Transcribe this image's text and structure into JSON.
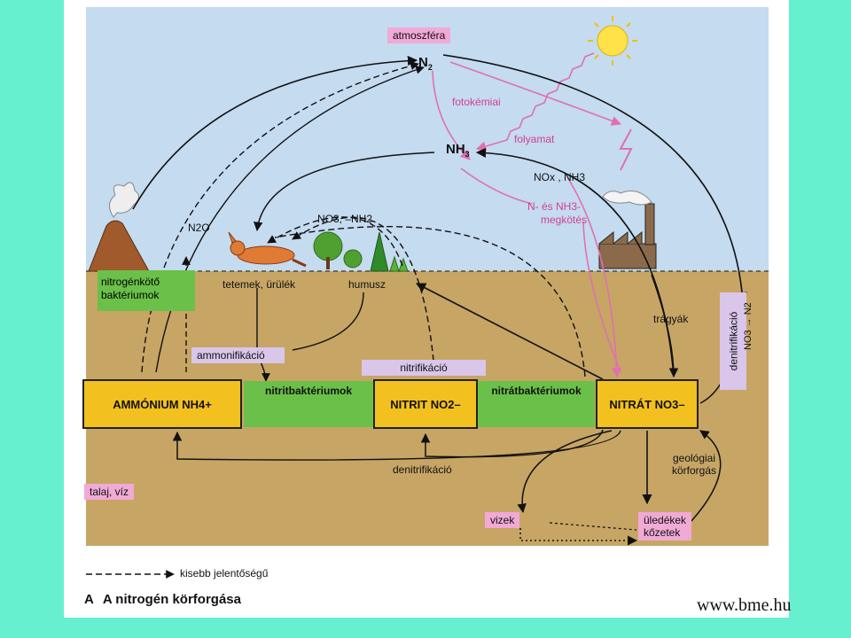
{
  "labels": {
    "atmosphere": "atmoszféra",
    "n2_main": "N",
    "n2_sub": "2",
    "nh3_main": "NH",
    "nh3_sub": "3",
    "fotokemiai": "fotokémiai",
    "folyamat": "folyamat",
    "nox_nh3": "NOx , NH3",
    "n_es": "N- és",
    "nh3_pink": "NH3-",
    "megkotes": "megkötés",
    "n2o": "N2O",
    "no3_nh2": "NO3, –NH2",
    "nitrogenkoto": "nitrogénkötő",
    "bakteriumok": "baktériumok",
    "tetemek": "tetemek, ürülék",
    "humusz": "humusz",
    "tragyak": "trágyák",
    "denitrifikacio_vertical": "denitrifikáció",
    "no3_to_n2": "NO3 → N2",
    "ammonifikacio": "ammonifikáció",
    "nitrifikacio": "nitrifikáció",
    "nitritbakteriumok": "nitritbaktériumok",
    "nitratbakteriumok": "nitrátbaktériumok",
    "denitrifikacio": "denitrifikáció",
    "geologiai": "geológiai",
    "korforgas": "körforgás",
    "talaj_viz": "talaj, víz",
    "vizek": "vizek",
    "uledekek": "üledékek",
    "kozetek": "kőzetek"
  },
  "boxes": {
    "ammonium": "AMMÓNIUM NH4+",
    "nitrit": "NITRIT NO2–",
    "nitrat": "NITRÁT NO3–"
  },
  "legend": {
    "dashed_label": "kisebb jelentőségű"
  },
  "caption": {
    "letter": "A",
    "title": "A nitrogén körforgása"
  },
  "watermark": "www.bme.hu",
  "colors": {
    "background": "#66f0d0",
    "sky": "#c4dbf0",
    "ground": "#c7a565",
    "box": "#f3c11f",
    "green": "#6ac048",
    "pink_tag": "#f1a9d6",
    "lilac_tag": "#d9c6ea",
    "magenta_arrow": "#e070b0"
  }
}
